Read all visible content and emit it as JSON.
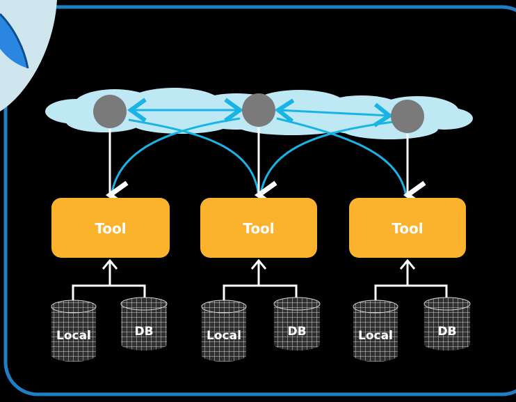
{
  "colors": {
    "background": "#000000",
    "frame_border": "#1e7fc4",
    "cloud": "#bfe8f5",
    "cloud_outline": "#a9d9ee",
    "node": "#7a7a7a",
    "peer_arrow": "#19b4e6",
    "down_arrow": "#ffffff",
    "tool_fill": "#fbb32d",
    "tool_text": "#ffffff",
    "db_text": "#ffffff",
    "corner_badge_fill": "#cfe6ef",
    "corner_badge_accent": "#2a86e0"
  },
  "cloud": {
    "label": "",
    "nodes": 3
  },
  "tools": [
    {
      "label": "Tool",
      "stores": [
        {
          "label": "Local"
        },
        {
          "label": "DB"
        }
      ]
    },
    {
      "label": "Tool",
      "stores": [
        {
          "label": "Local"
        },
        {
          "label": "DB"
        }
      ]
    },
    {
      "label": "Tool",
      "stores": [
        {
          "label": "Local"
        },
        {
          "label": "DB"
        }
      ]
    }
  ]
}
